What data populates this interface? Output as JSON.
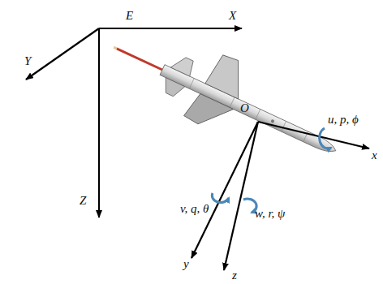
{
  "diagram": {
    "labels": [
      "E",
      "X",
      "Y",
      "Z",
      "O",
      "u, p, ϕ",
      "x",
      "v, q, θ",
      "w, r, ψ",
      "y",
      "z"
    ]
  }
}
